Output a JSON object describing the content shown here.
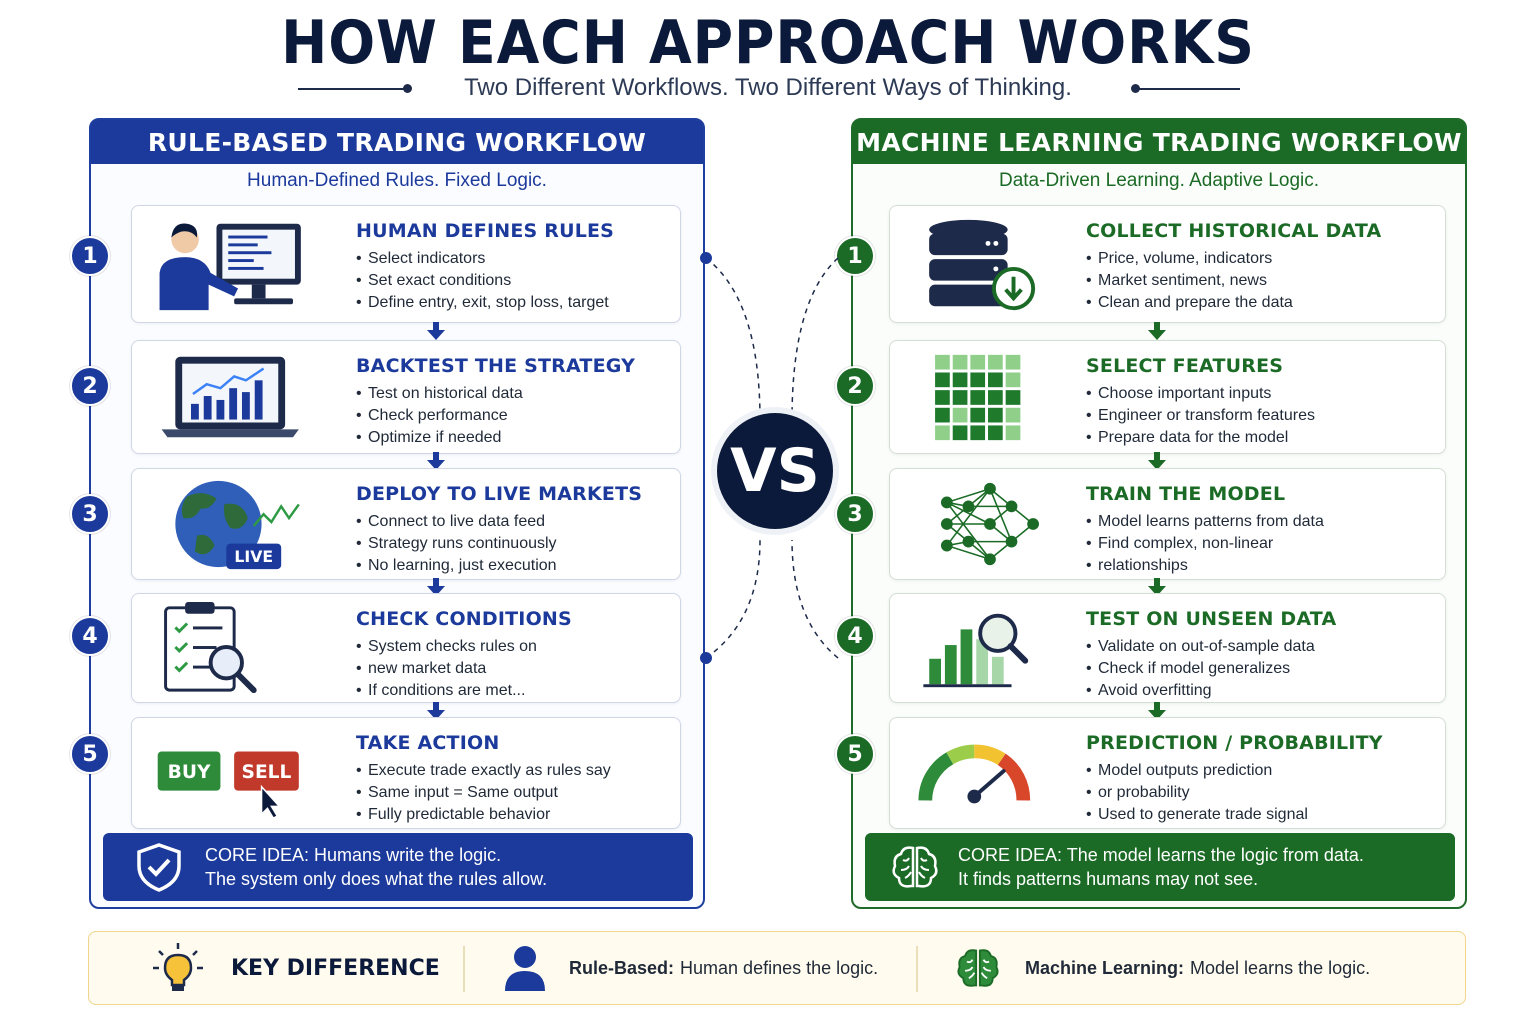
{
  "title": "HOW EACH APPROACH WORKS",
  "subtitle": "Two Different Workflows. Two Different Ways of Thinking.",
  "vs_label": "VS",
  "rule_based": {
    "header": "RULE-BASED TRADING WORKFLOW",
    "tagline": "Human-Defined Rules. Fixed Logic.",
    "steps": [
      {
        "num": "1",
        "title": "HUMAN DEFINES RULES",
        "bullets": [
          "Select indicators",
          "Set exact conditions",
          "Define entry, exit, stop loss, target"
        ],
        "icon": "person-at-computer-icon"
      },
      {
        "num": "2",
        "title": "BACKTEST THE STRATEGY",
        "bullets": [
          "Test on historical data",
          "Check performance",
          "Optimize if needed"
        ],
        "icon": "laptop-chart-icon"
      },
      {
        "num": "3",
        "title": "DEPLOY TO LIVE MARKETS",
        "bullets": [
          "Connect to live data feed",
          "Strategy runs continuously",
          "No learning, just execution"
        ],
        "icon": "globe-live-icon",
        "badge": "LIVE"
      },
      {
        "num": "4",
        "title": "CHECK CONDITIONS",
        "bullets": [
          "System checks rules on",
          "new market data",
          "If conditions are met..."
        ],
        "icon": "checklist-magnifier-icon"
      },
      {
        "num": "5",
        "title": "TAKE ACTION",
        "bullets": [
          "Execute trade exactly as rules say",
          "Same input = Same output",
          "Fully predictable behavior"
        ],
        "icon": "buy-sell-buttons-icon",
        "buy": "BUY",
        "sell": "SELL"
      }
    ],
    "core_label": "CORE IDEA:",
    "core_line1": "Humans write the logic.",
    "core_line2": "The system only does what the rules allow."
  },
  "machine_learning": {
    "header": "MACHINE LEARNING TRADING WORKFLOW",
    "tagline": "Data-Driven Learning. Adaptive Logic.",
    "steps": [
      {
        "num": "1",
        "title": "COLLECT HISTORICAL DATA",
        "bullets": [
          "Price, volume, indicators",
          "Market sentiment, news",
          "Clean and prepare the data"
        ],
        "icon": "database-download-icon"
      },
      {
        "num": "2",
        "title": "SELECT FEATURES",
        "bullets": [
          "Choose important inputs",
          "Engineer or transform features",
          "Prepare data for the model"
        ],
        "icon": "feature-grid-icon"
      },
      {
        "num": "3",
        "title": "TRAIN THE MODEL",
        "bullets": [
          "Model learns patterns from data",
          "Find complex, non-linear",
          "relationships"
        ],
        "icon": "neural-network-icon"
      },
      {
        "num": "4",
        "title": "TEST ON UNSEEN DATA",
        "bullets": [
          "Validate on out-of-sample data",
          "Check if model generalizes",
          "Avoid overfitting"
        ],
        "icon": "bar-chart-magnifier-icon"
      },
      {
        "num": "5",
        "title": "PREDICTION / PROBABILITY",
        "bullets": [
          "Model outputs prediction",
          "or probability",
          "Used to generate trade signal"
        ],
        "icon": "gauge-icon"
      }
    ],
    "core_label": "CORE IDEA:",
    "core_line1": "The model learns the logic from data.",
    "core_line2": "It finds patterns humans may not see."
  },
  "key_difference": {
    "title": "KEY DIFFERENCE",
    "rule_label": "Rule-Based:",
    "rule_text": "Human defines the logic.",
    "ml_label": "Machine Learning:",
    "ml_text": "Model learns the logic."
  },
  "colors": {
    "rule_accent": "#1c3a9b",
    "ml_accent": "#1b6b26",
    "navy": "#0b1a3a",
    "key_bg": "#fffbef"
  }
}
